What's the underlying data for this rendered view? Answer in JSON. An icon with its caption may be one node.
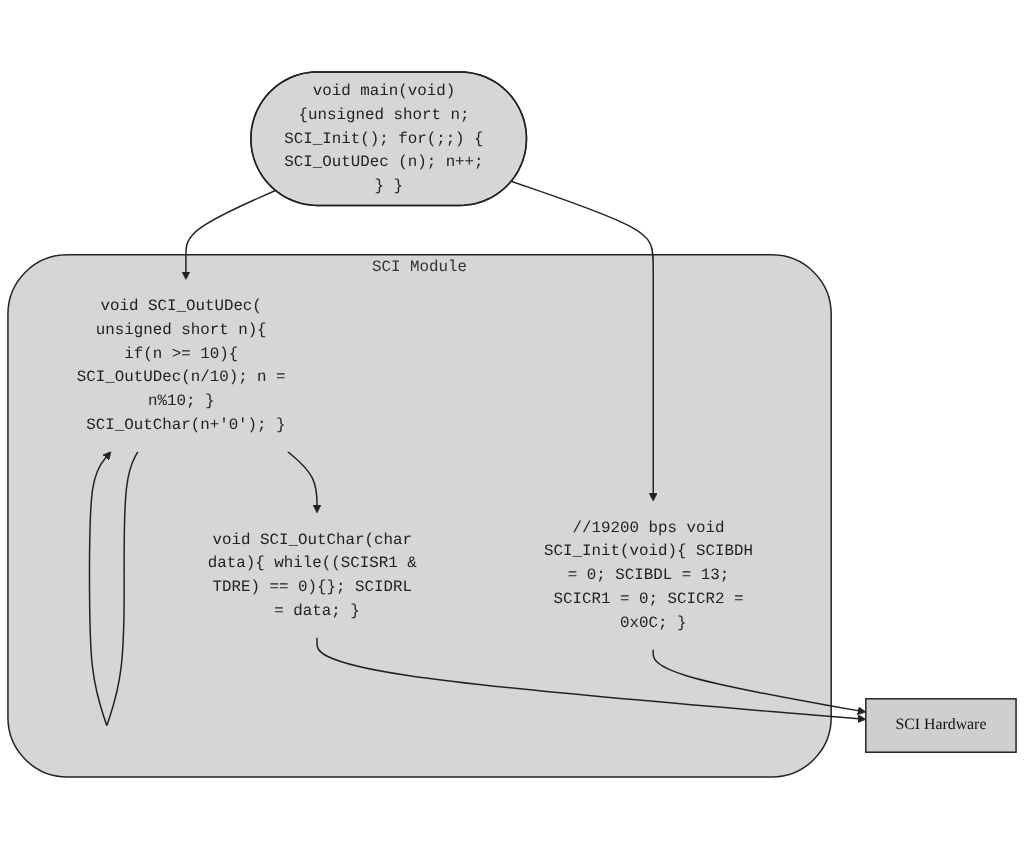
{
  "diagram": {
    "nodes": [
      {
        "text": [
          "void main(void) {unsigned short n; SCI_Init(); for(;;) { SCI_OutUDec (n); n++; } }"
        ]
      },
      {
        "text": [
          "SCI Module"
        ]
      },
      {
        "text": [
          "//19200 bps void SCI_Init(void){ SCIBDH = 0; SCIBDL = 13; SCICR1 = 0; SCICR2 = 0x0C; }"
        ],
        "in": 1
      },
      {
        "text": [
          "void SCI_OutUDec( unsigned short n){ if(n >= 10){ SCI_OutUDec(n/10); n = n%10; } SCI_OutChar(n+'0'); }"
        ],
        "in": 1
      },
      {
        "text": [
          "void SCI_OutChar(char data){ while((SCISR1 & TDRE) == 0){}; SCIDRL = data; }"
        ],
        "in": 1
      },
      {
        "text": [
          "SCI Hardware"
        ]
      }
    ],
    "edges": [
      {
        "from": 0,
        "to": 2,
        "arrow": "to"
      },
      {
        "from": 0,
        "to": 3,
        "arrow": "to"
      },
      {
        "from": 3,
        "to": 3,
        "arrow": "to"
      },
      {
        "from": 3,
        "to": 4,
        "arrow": "to"
      },
      {
        "from": 2,
        "to": 5,
        "arrow": "to"
      },
      {
        "from": 4,
        "to": 5,
        "arrow": "to"
      }
    ]
  }
}
